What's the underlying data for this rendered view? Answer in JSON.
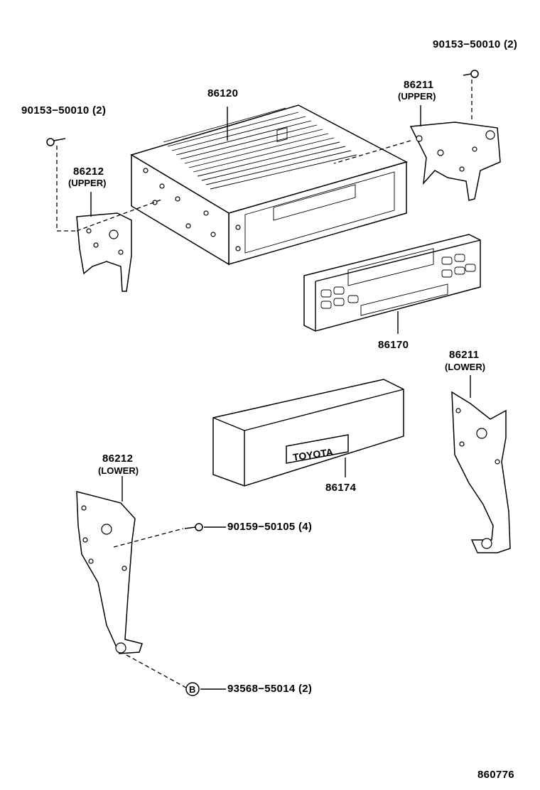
{
  "labels": {
    "screw_top_right": "90153−50010 (2)",
    "screw_top_left": "90153−50010 (2)",
    "radio_unit": "86120",
    "bracket_upper_right": "86211",
    "bracket_upper_right_pos": "(UPPER)",
    "bracket_upper_left": "86212",
    "bracket_upper_left_pos": "(UPPER)",
    "faceplate": "86170",
    "bracket_lower_right": "86211",
    "bracket_lower_right_pos": "(LOWER)",
    "bezel_cover": "86174",
    "bezel_logo": "TOYOTA",
    "bracket_lower_left": "86212",
    "bracket_lower_left_pos": "(LOWER)",
    "screw_lower": "90159−50105 (4)",
    "bolt_marker": "B",
    "bolt_lower": "93568−55014 (2)",
    "diagram_id": "860776"
  }
}
